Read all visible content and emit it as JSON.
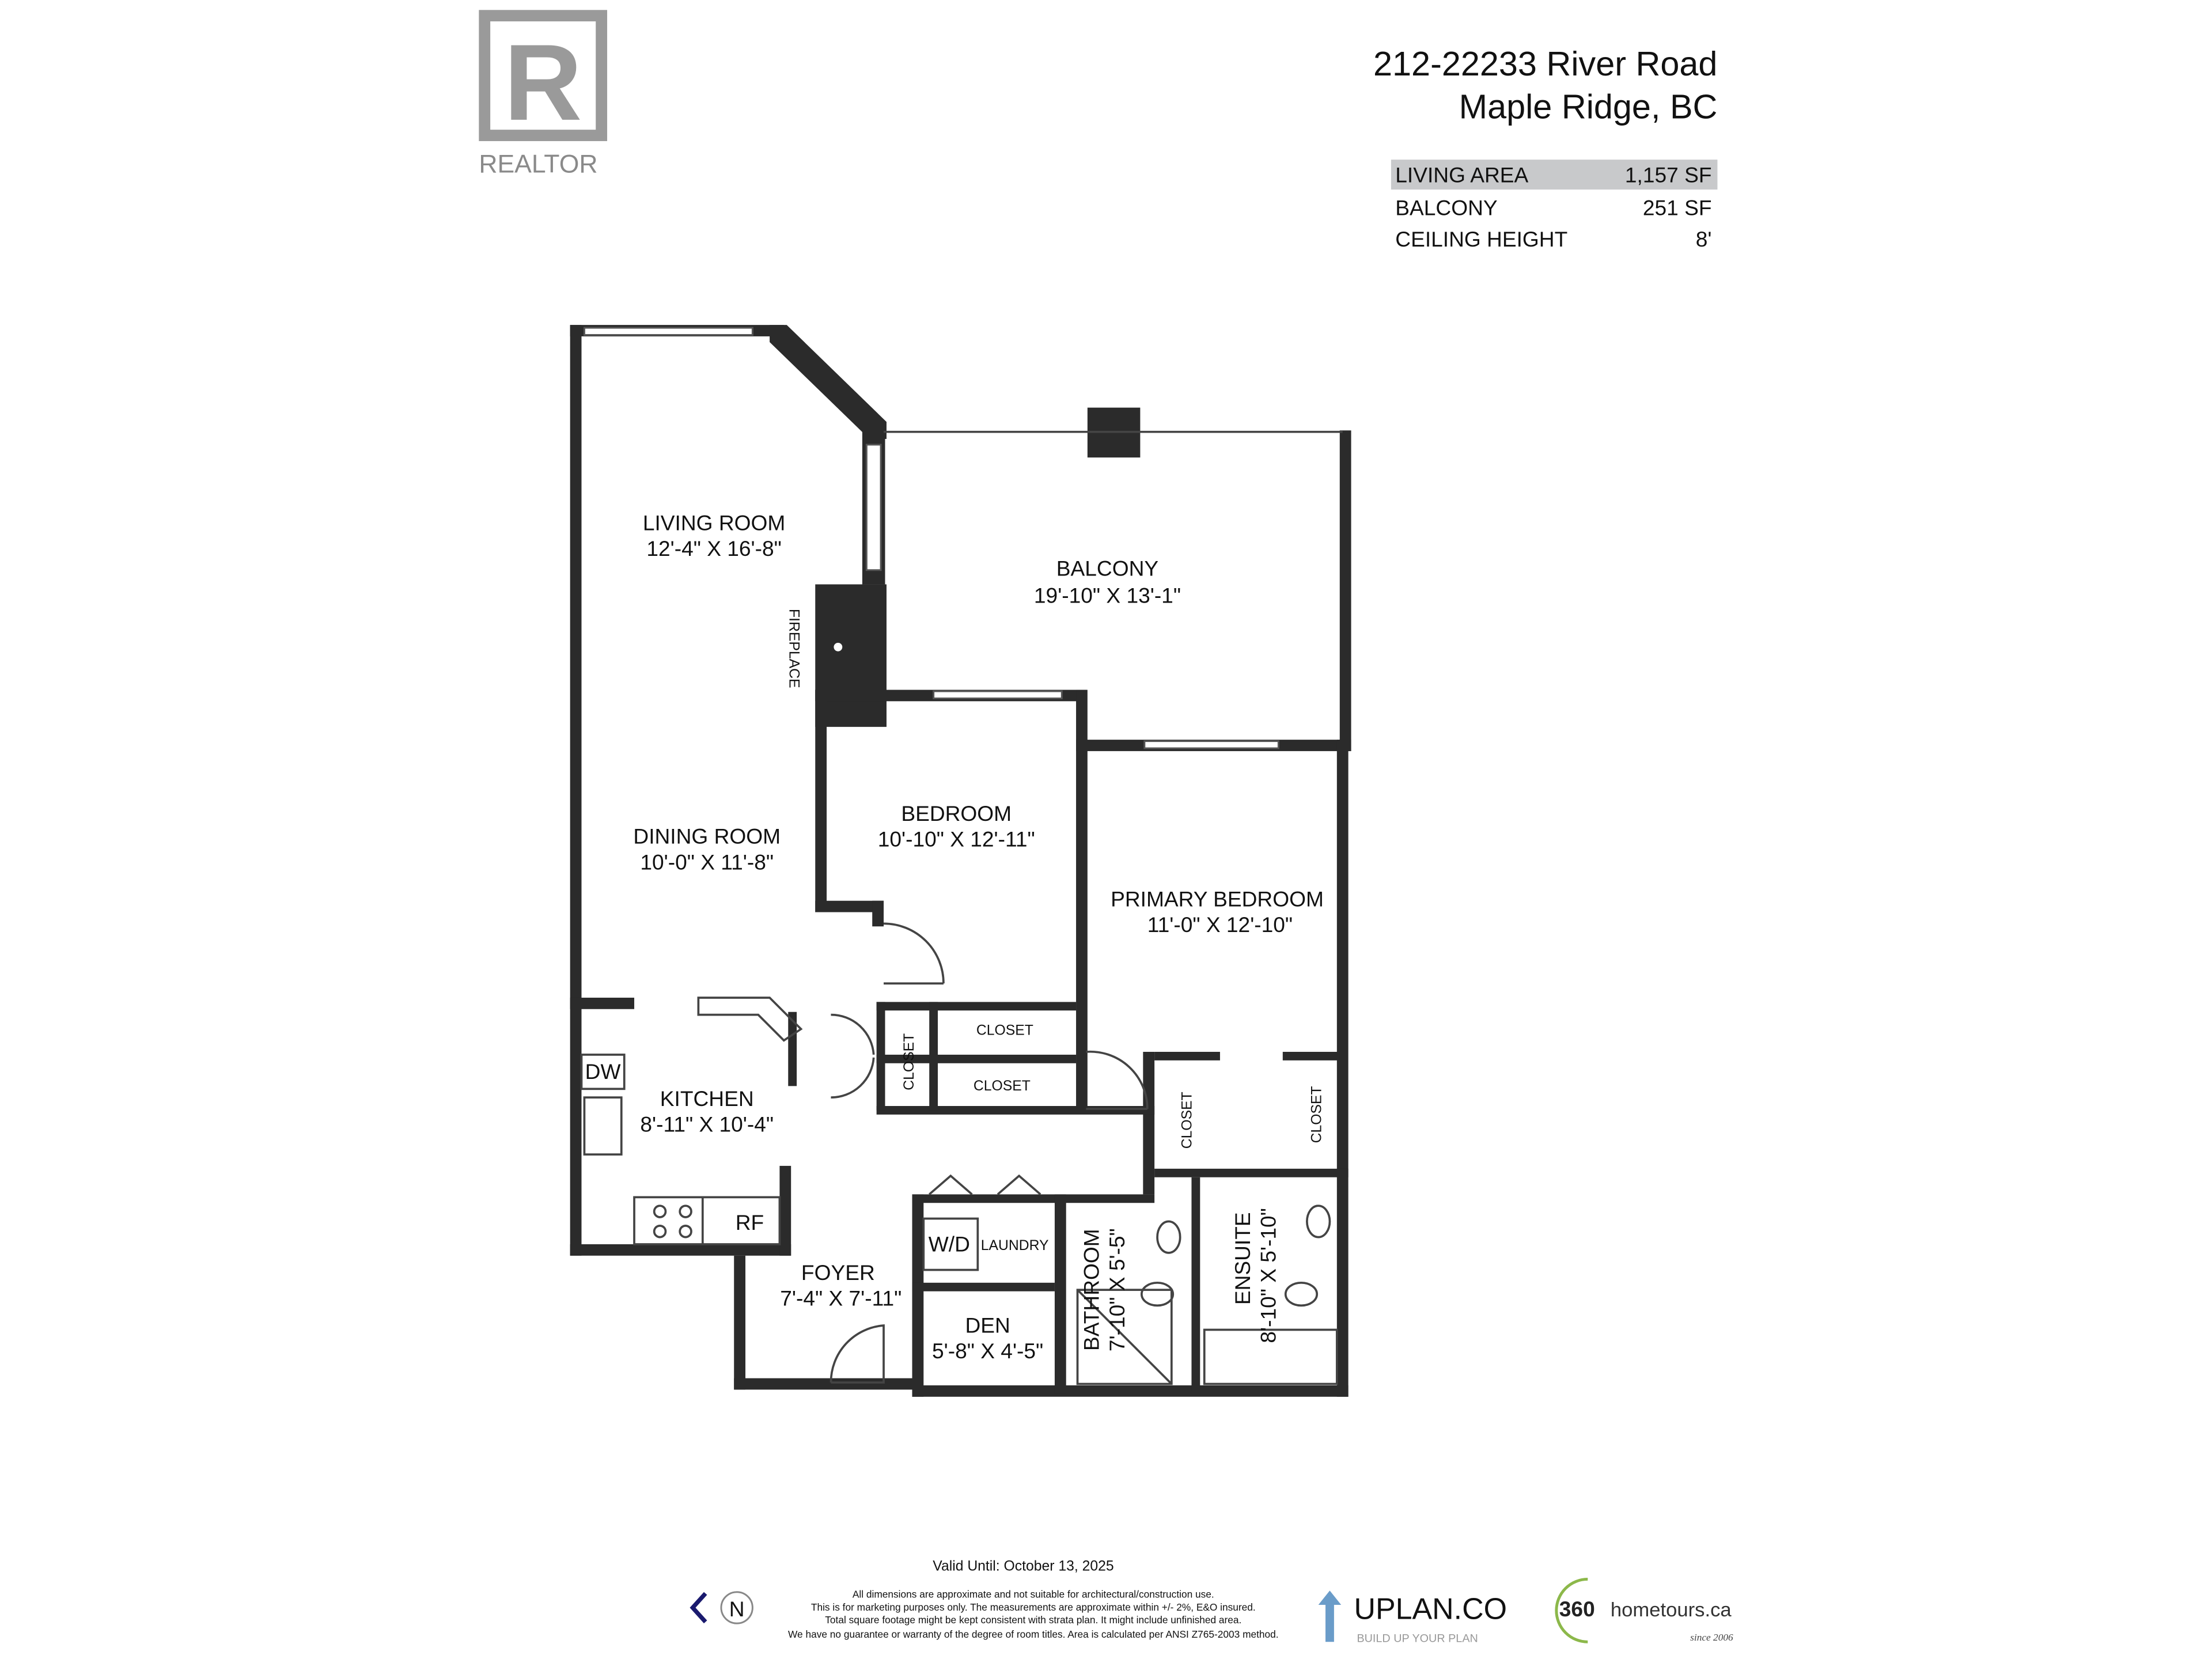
{
  "logo": {
    "text": "REALTOR",
    "mark": "R"
  },
  "header": {
    "line1": "212-22233 River Road",
    "line2": "Maple Ridge, BC"
  },
  "stats": [
    {
      "label": "LIVING AREA",
      "value": "1,157 SF"
    },
    {
      "label": "BALCONY",
      "value": "251 SF"
    },
    {
      "label": "CEILING HEIGHT",
      "value": "8'"
    }
  ],
  "rooms": {
    "living": {
      "name": "LIVING ROOM",
      "dims": "12'-4\" X 16'-8\""
    },
    "balcony": {
      "name": "BALCONY",
      "dims": "19'-10\" X 13'-1\""
    },
    "fireplace": "FIREPLACE",
    "bedroom": {
      "name": "BEDROOM",
      "dims": "10'-10\" X 12'-11\""
    },
    "dining": {
      "name": "DINING ROOM",
      "dims": "10'-0\" X 11'-8\""
    },
    "primary": {
      "name": "PRIMARY BEDROOM",
      "dims": "11'-0\" X 12'-10\""
    },
    "kitchen": {
      "name": "KITCHEN",
      "dims": "8'-11\" X 10'-4\""
    },
    "foyer": {
      "name": "FOYER",
      "dims": "7'-4\" X 7'-11\""
    },
    "den": {
      "name": "DEN",
      "dims": "5'-8\" X 4'-5\""
    },
    "bathroom": {
      "name": "BATHROOM",
      "dims": "7'-10\" X 5'-5\""
    },
    "ensuite": {
      "name": "ENSUITE",
      "dims": "8'-10\" X 5'-10\""
    },
    "closet": "CLOSET",
    "laundry": "LAUNDRY",
    "wd": "W/D",
    "dw": "DW",
    "rf": "RF"
  },
  "footer": {
    "valid": "Valid Until: October 13, 2025",
    "compass": "N",
    "disclaimer": [
      "All dimensions are approximate and not suitable for architectural/construction use.",
      "This is for marketing purposes only. The measurements are approximate within +/- 2%, E&O insured.",
      "Total square footage might be kept consistent with strata plan. It might include unfinished area.",
      "We have no guarantee or warranty of the degree of room titles. Area is calculated per ANSI Z765-2003 method."
    ],
    "uplan": {
      "name": "UPLAN.CO",
      "tagline": "BUILD UP YOUR PLAN"
    },
    "hometours": {
      "num": "360",
      "name": "hometours.ca",
      "since": "since 2006"
    }
  },
  "colors": {
    "wall": "#2b2b2b",
    "highlight": "#c8c9cb",
    "uplan_blue": "#6a9cc9",
    "hometours_green": "#8cb84a",
    "compass_arrow": "#1a1a6e"
  }
}
